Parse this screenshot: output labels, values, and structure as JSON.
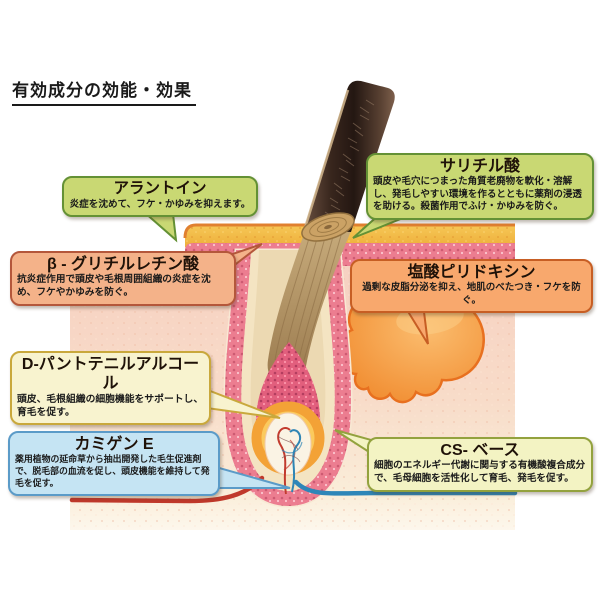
{
  "page": {
    "title": "有効成分の効能・効果"
  },
  "callouts": [
    {
      "id": "allantoin",
      "title": "アラントイン",
      "body": "炎症を沈めて、フケ・かゆみを抑えます。",
      "fill": "#c9d873",
      "border": "#649135"
    },
    {
      "id": "salicylic-acid",
      "title": "サリチル酸",
      "body": "頭皮や毛穴につまった角質老廃物を軟化・溶解し、発毛しやすい環境を作るとともに薬剤の浸透を助ける。殺菌作用でふけ・かゆみを防ぐ。",
      "fill": "#c9d873",
      "border": "#649135"
    },
    {
      "id": "beta-glycyrrhetinic-acid",
      "title": "β - グリチルレチン酸",
      "body": "抗炎症作用で頭皮や毛根周囲組織の炎症を沈め、フケやかゆみを防ぐ。",
      "fill": "#f4b289",
      "border": "#b4573b"
    },
    {
      "id": "pyridoxine-hydrochloride",
      "title": "塩酸ピリドキシン",
      "body": "過剰な皮脂分泌を抑え、地肌のべたつき・フケを防ぐ。",
      "fill": "#f8a86d",
      "border": "#c75e24"
    },
    {
      "id": "d-panthenyl-alcohol",
      "title": "D-パントテニルアルコール",
      "body": "頭皮、毛根組織の細胞機能をサポートし、育毛を促す。",
      "fill": "#f8f3cf",
      "border": "#c9a83c"
    },
    {
      "id": "kamigen-e",
      "title": "カミゲン E",
      "body": "薬用植物の延命草から抽出開発した毛生促進剤で、脱毛部の血流を促し、頭皮機能を維持して発毛を促す。",
      "fill": "#c5e4f3",
      "border": "#5b9bc8"
    },
    {
      "id": "cs-base",
      "title": "CS- ベース",
      "body": "細胞のエネルギー代謝に関与する有機酸複合成分で、毛母細胞を活性化して育毛、発毛を促す。",
      "fill": "#f3f3c3",
      "border": "#93a23e"
    }
  ],
  "illustration": {
    "subject": "hair-follicle-skin-cross-section",
    "parts": [
      "hair-shaft",
      "hair-cut-cross-section",
      "sebum-layer",
      "epidermis-layer",
      "dermis",
      "follicle-sheath",
      "follicle-lining",
      "hair-root",
      "hair-matrix",
      "orange-bulb-ring",
      "dermal-papilla",
      "capillaries",
      "artery",
      "vein",
      "sebaceous-gland"
    ],
    "colors": {
      "hair_dark": "#2e1f17",
      "hair_root_tan": "#b2905f",
      "sebum_yellow": "#f2bb45",
      "epidermis_pink": "#ec7d90",
      "dermis_pink": "#f7d3c3",
      "subcutis_cream": "#fbeeda",
      "gland_orange": "#f2912f",
      "bulb_ring_orange": "#f3a236",
      "matrix_pink": "#e25f7d",
      "papilla_ivory": "#faf3e4",
      "artery_red": "#c0392b",
      "vein_blue": "#2e86b8"
    }
  }
}
